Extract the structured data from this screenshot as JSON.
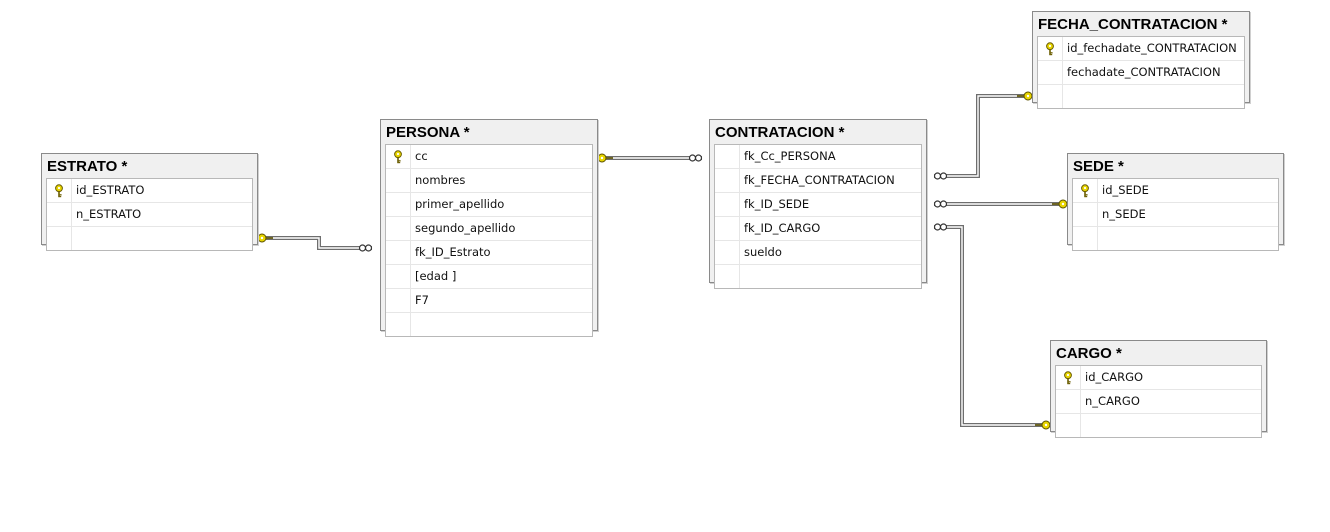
{
  "tables": {
    "estrato": {
      "title": "ESTRATO *",
      "columns": [
        {
          "name": "id_ESTRATO",
          "pk": true
        },
        {
          "name": "n_ESTRATO",
          "pk": false
        }
      ]
    },
    "persona": {
      "title": "PERSONA *",
      "columns": [
        {
          "name": "cc",
          "pk": true
        },
        {
          "name": "nombres",
          "pk": false
        },
        {
          "name": "primer_apellido",
          "pk": false
        },
        {
          "name": "segundo_apellido",
          "pk": false
        },
        {
          "name": "fk_ID_Estrato",
          "pk": false
        },
        {
          "name": "[edad ]",
          "pk": false
        },
        {
          "name": "F7",
          "pk": false
        }
      ]
    },
    "contratacion": {
      "title": "CONTRATACION *",
      "columns": [
        {
          "name": "fk_Cc_PERSONA",
          "pk": false
        },
        {
          "name": "fk_FECHA_CONTRATACION",
          "pk": false
        },
        {
          "name": "fk_ID_SEDE",
          "pk": false
        },
        {
          "name": "fk_ID_CARGO",
          "pk": false
        },
        {
          "name": "sueldo",
          "pk": false
        }
      ]
    },
    "fecha_contratacion": {
      "title": "FECHA_CONTRATACION *",
      "columns": [
        {
          "name": "id_fechadate_CONTRATACION",
          "pk": true
        },
        {
          "name": "fechadate_CONTRATACION",
          "pk": false
        }
      ]
    },
    "sede": {
      "title": "SEDE *",
      "columns": [
        {
          "name": "id_SEDE",
          "pk": true
        },
        {
          "name": "n_SEDE",
          "pk": false
        }
      ]
    },
    "cargo": {
      "title": "CARGO *",
      "columns": [
        {
          "name": "id_CARGO",
          "pk": true
        },
        {
          "name": "n_CARGO",
          "pk": false
        }
      ]
    }
  },
  "relationships": [
    {
      "from": "persona",
      "to": "estrato",
      "from_end": "many",
      "to_end": "key"
    },
    {
      "from": "contratacion",
      "to": "persona",
      "from_end": "many",
      "to_end": "key"
    },
    {
      "from": "contratacion",
      "to": "fecha_contratacion",
      "from_end": "many",
      "to_end": "key"
    },
    {
      "from": "contratacion",
      "to": "sede",
      "from_end": "many",
      "to_end": "key"
    },
    {
      "from": "contratacion",
      "to": "cargo",
      "from_end": "many",
      "to_end": "key"
    }
  ],
  "colors": {
    "key_icon": "#e8d500",
    "connector": "#6e6e6e",
    "table_header": "#f0f0f0",
    "table_border": "#8a8a8a"
  },
  "icons": {
    "primary_key": "key-icon",
    "relationship_one": "key-endpoint-icon",
    "relationship_many": "infinity-endpoint-icon"
  }
}
